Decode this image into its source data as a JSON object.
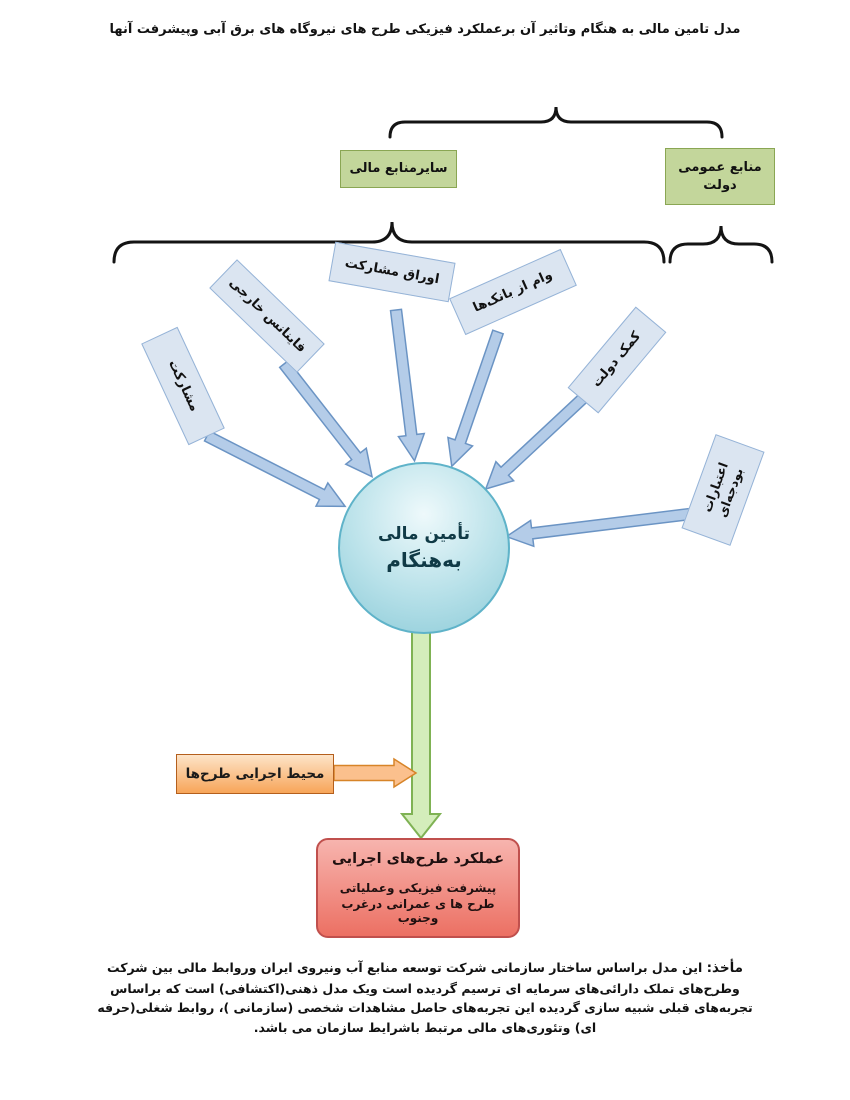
{
  "title": "مدل تامین مالی به هنگام وتاثیر آن برعملکرد فیزیکی طرح های نیروگاه های برق آبی وپیشرفت  آنها",
  "sources": {
    "other_financial": {
      "label": "سایرمنابع مالی"
    },
    "public_government": {
      "label": "منابع عمومی دولت"
    }
  },
  "funding_channels": [
    {
      "label": "مشارکت"
    },
    {
      "label": "فاینانس خارجی"
    },
    {
      "label": "اوراق مشارکت"
    },
    {
      "label": "وام از بانک‌ها"
    },
    {
      "label": "کمک دولت"
    },
    {
      "label": "اعتبارات بودجه‌ای"
    }
  ],
  "center_circle": {
    "line1": "تأمین مالی",
    "line2": "به‌هنگام"
  },
  "environment_box": {
    "label": "محیط اجرایی طرح‌ها"
  },
  "performance_box": {
    "title": "عملکرد طرح‌های اجرایی",
    "line1": "پیشرفت فیزیکی وعملیاتی",
    "line2": "طرح ها ی عمرانی درغرب وجنوب"
  },
  "footnote": {
    "label": "مأخذ:",
    "text": " این مدل براساس ساختار سازمانی شرکت توسعه منابع آب ونیروی ایران وروابط  مالی بین شرکت وطرح‌های تملک دارائی‌های سرمایه ای ترسیم گردیده است ویک مدل ذهنی(اکتشافی) است که براساس تجربه‌های قبلی شبیه سازی گردیده این تجربه‌های حاصل مشاهدات شخصی (سازمانی )، روابط شغلی(حرفه ای) وتئوری‌های مالی مرتبط باشرایط سازمان می باشد."
  },
  "colors": {
    "source_green": "#c3d69b",
    "channel_blue": "#dbe5f1",
    "arrow_blue": "#b4cce8",
    "circle_teal": "#8ccbd8",
    "flow_green": "#d4edbb",
    "environment_orange": "#f7a559",
    "performance_pink": "#ec7063"
  }
}
